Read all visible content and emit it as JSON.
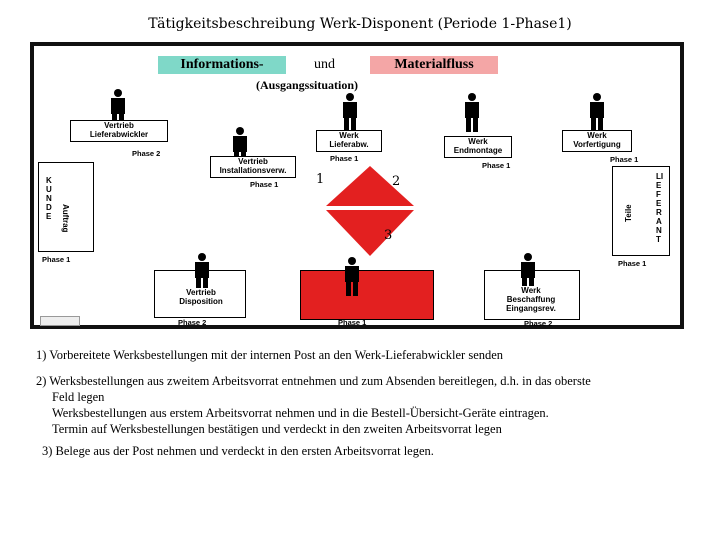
{
  "title": "Tätigkeitsbeschreibung Werk-Disponent (Periode 1-Phase1)",
  "diagram": {
    "header": {
      "informations_label": "Informations-",
      "und_label": "und",
      "materialfluss_label": "Materialfluss",
      "subtitle": "(Ausgangssituation)",
      "informations_color": "#7fd8c8",
      "materialfluss_color": "#f4a6a6"
    },
    "boxes": {
      "vertrieb_lieferabwickler": "Vertrieb\nLieferabwickler",
      "vertrieb_installation": "Vertrieb\nInstallationsverw.",
      "werk_lieferabw": "Werk\nLieferabw.",
      "werk_endmontage": "Werk\nEndmontage",
      "werk_vorfertigung": "Werk\nVorfertigung",
      "vertrieb_disposition": "Vertrieb\nDisposition",
      "werk_beschaffung": "Werk\nBeschaffung\nEingangsrev."
    },
    "phases": {
      "p_lieferabwickler": "Phase 2",
      "p_installation": "Phase 1",
      "p_werk_lieferabw": "Phase 1",
      "p_endmontage": "Phase 1",
      "p_vorfertigung": "Phase 1",
      "p_left_side": "Phase 1",
      "p_right_side": "Phase 1",
      "p_disposition": "Phase 2",
      "p_center_bottom": "Phase 1",
      "p_beschaffung": "Phase 2"
    },
    "left_side_label": "KUNDE",
    "left_side_sublabel": "Auftrag",
    "right_side_label": "LIEFERANT",
    "right_side_sublabel": "Teile",
    "funnel_labels": {
      "one": "1",
      "two": "2",
      "three": "3"
    },
    "colors": {
      "funnel_red": "#e32020",
      "frame": "#111111"
    }
  },
  "notes": {
    "item1": "1) Vorbereitete Werksbestellungen mit der internen Post an den Werk-Lieferabwickler senden",
    "item2_line1": "2) Werksbestellungen aus zweitem Arbeitsvorrat entnehmen und zum Absenden bereitlegen, d.h. in das oberste",
    "item2_line2": "Feld legen",
    "item2_line3": "Werksbestellungen aus erstem Arbeitsvorrat nehmen und in die Bestell-Übersicht-Geräte eintragen.",
    "item2_line4": "Termin auf Werksbestellungen bestätigen und verdeckt in den zweiten Arbeitsvorrat legen",
    "item3": "3) Belege aus der Post nehmen und verdeckt in den ersten Arbeitsvorrat legen."
  }
}
